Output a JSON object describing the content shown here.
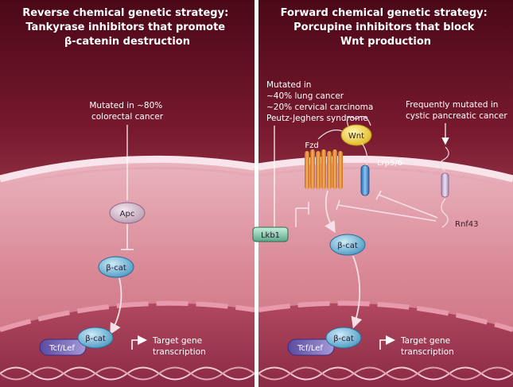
{
  "left_panel": {
    "title_lines": [
      "Reverse chemical genetic strategy:",
      "Tankyrase inhibitors that promote",
      "β-catenin destruction"
    ],
    "note_lines": [
      "Mutated in ~80%",
      "colorectal cancer"
    ],
    "apc": "Apc",
    "bcat": "β-cat",
    "tcf": "Tcf/Lef",
    "target_lines": [
      "Target gene",
      "transcription"
    ]
  },
  "right_panel": {
    "title_lines": [
      "Forward chemical genetic strategy:",
      "Porcupine inhibitors that block",
      "Wnt production"
    ],
    "note1_lines": [
      "Mutated in",
      "~40% lung cancer",
      "~20% cervical carcinoma",
      "Peutz-Jeghers syndrome"
    ],
    "note2_lines": [
      "Frequently mutated in",
      "cystic pancreatic cancer"
    ],
    "wnt": "Wnt",
    "fzd": "Fzd",
    "lrp": "Lrp5/6",
    "lkb1": "Lkb1",
    "rnf43": "Rnf43",
    "bcat": "β-cat",
    "tcf": "Tcf/Lef",
    "target_lines": [
      "Target gene",
      "transcription"
    ]
  },
  "colors": {
    "bg_top": "#5c0d1e",
    "bg_mid": "#8c2a3e",
    "membrane": "#f2d4dc",
    "cytoplasm": "#d98a98",
    "nucleus": "#c0586e",
    "bcat_fill": "#6fb8d8",
    "tcf_fill": "#7b6fb8",
    "lkb1_fill": "#8fd0b0",
    "wnt_fill": "#f0d54a",
    "fzd_fill": "#e89a40",
    "lrp_fill": "#3a8ad0"
  }
}
